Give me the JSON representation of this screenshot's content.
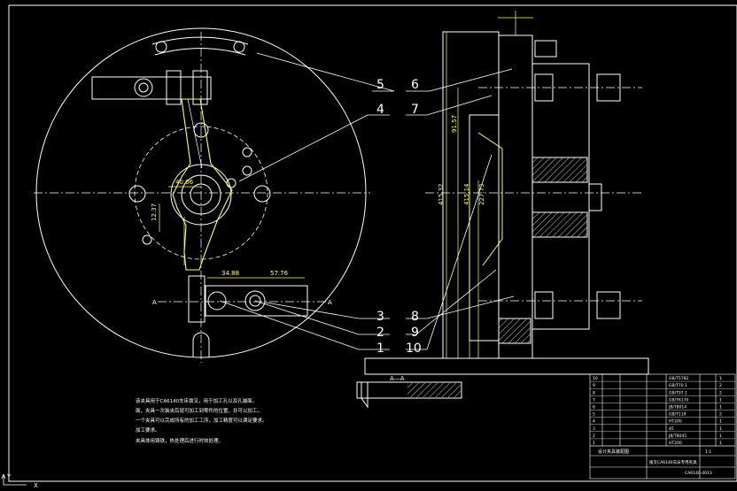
{
  "drawing": {
    "part_callouts": [
      "5",
      "6",
      "4",
      "7",
      "3",
      "8",
      "2",
      "9",
      "1",
      "10"
    ],
    "front_view_dims": [
      "40.06",
      "12.37",
      "34.88",
      "57.76"
    ],
    "side_view_dims": [
      "91.57",
      "415.32",
      "415.14",
      "227.73"
    ],
    "section_mark": "A",
    "section_view_label": "A—A",
    "tech_notes": [
      "该夹具用于CA6140车床拨叉，用于加工孔以及孔端面。",
      "面，夹具一次装夹后就可加工到零件的位置，并可以加工。",
      "一个夹具可以完成所有的加工工序，加工精度可以满足要求。",
      "加工要求。",
      "夹具体用铸铁，热处理后进行时效处理。"
    ],
    "title_block": {
      "title": "设计夹具装配图",
      "part_name": "拨叉CA6140车床专用夹具",
      "drawing_number": "CA6140-4013",
      "scale": "1:1",
      "bom_rows": [
        {
          "no": "10",
          "code": "GB/T5782",
          "qty": "1"
        },
        {
          "no": "9",
          "code": "GB/T70.1",
          "qty": "2"
        },
        {
          "no": "8",
          "code": "GB/T97.1",
          "qty": "2"
        },
        {
          "no": "7",
          "code": "GB/T6170",
          "qty": "1"
        },
        {
          "no": "6",
          "code": "JB/T8014",
          "qty": "1"
        },
        {
          "no": "5",
          "code": "GB/T119",
          "qty": "2"
        },
        {
          "no": "4",
          "code": "HT200",
          "qty": "1"
        },
        {
          "no": "3",
          "code": "45",
          "qty": "1"
        },
        {
          "no": "2",
          "code": "JB/T8045",
          "qty": "1"
        },
        {
          "no": "1",
          "code": "HT200",
          "qty": "1"
        }
      ]
    }
  },
  "statusbar": {
    "axis_y": "Y",
    "axis_x": "X"
  }
}
